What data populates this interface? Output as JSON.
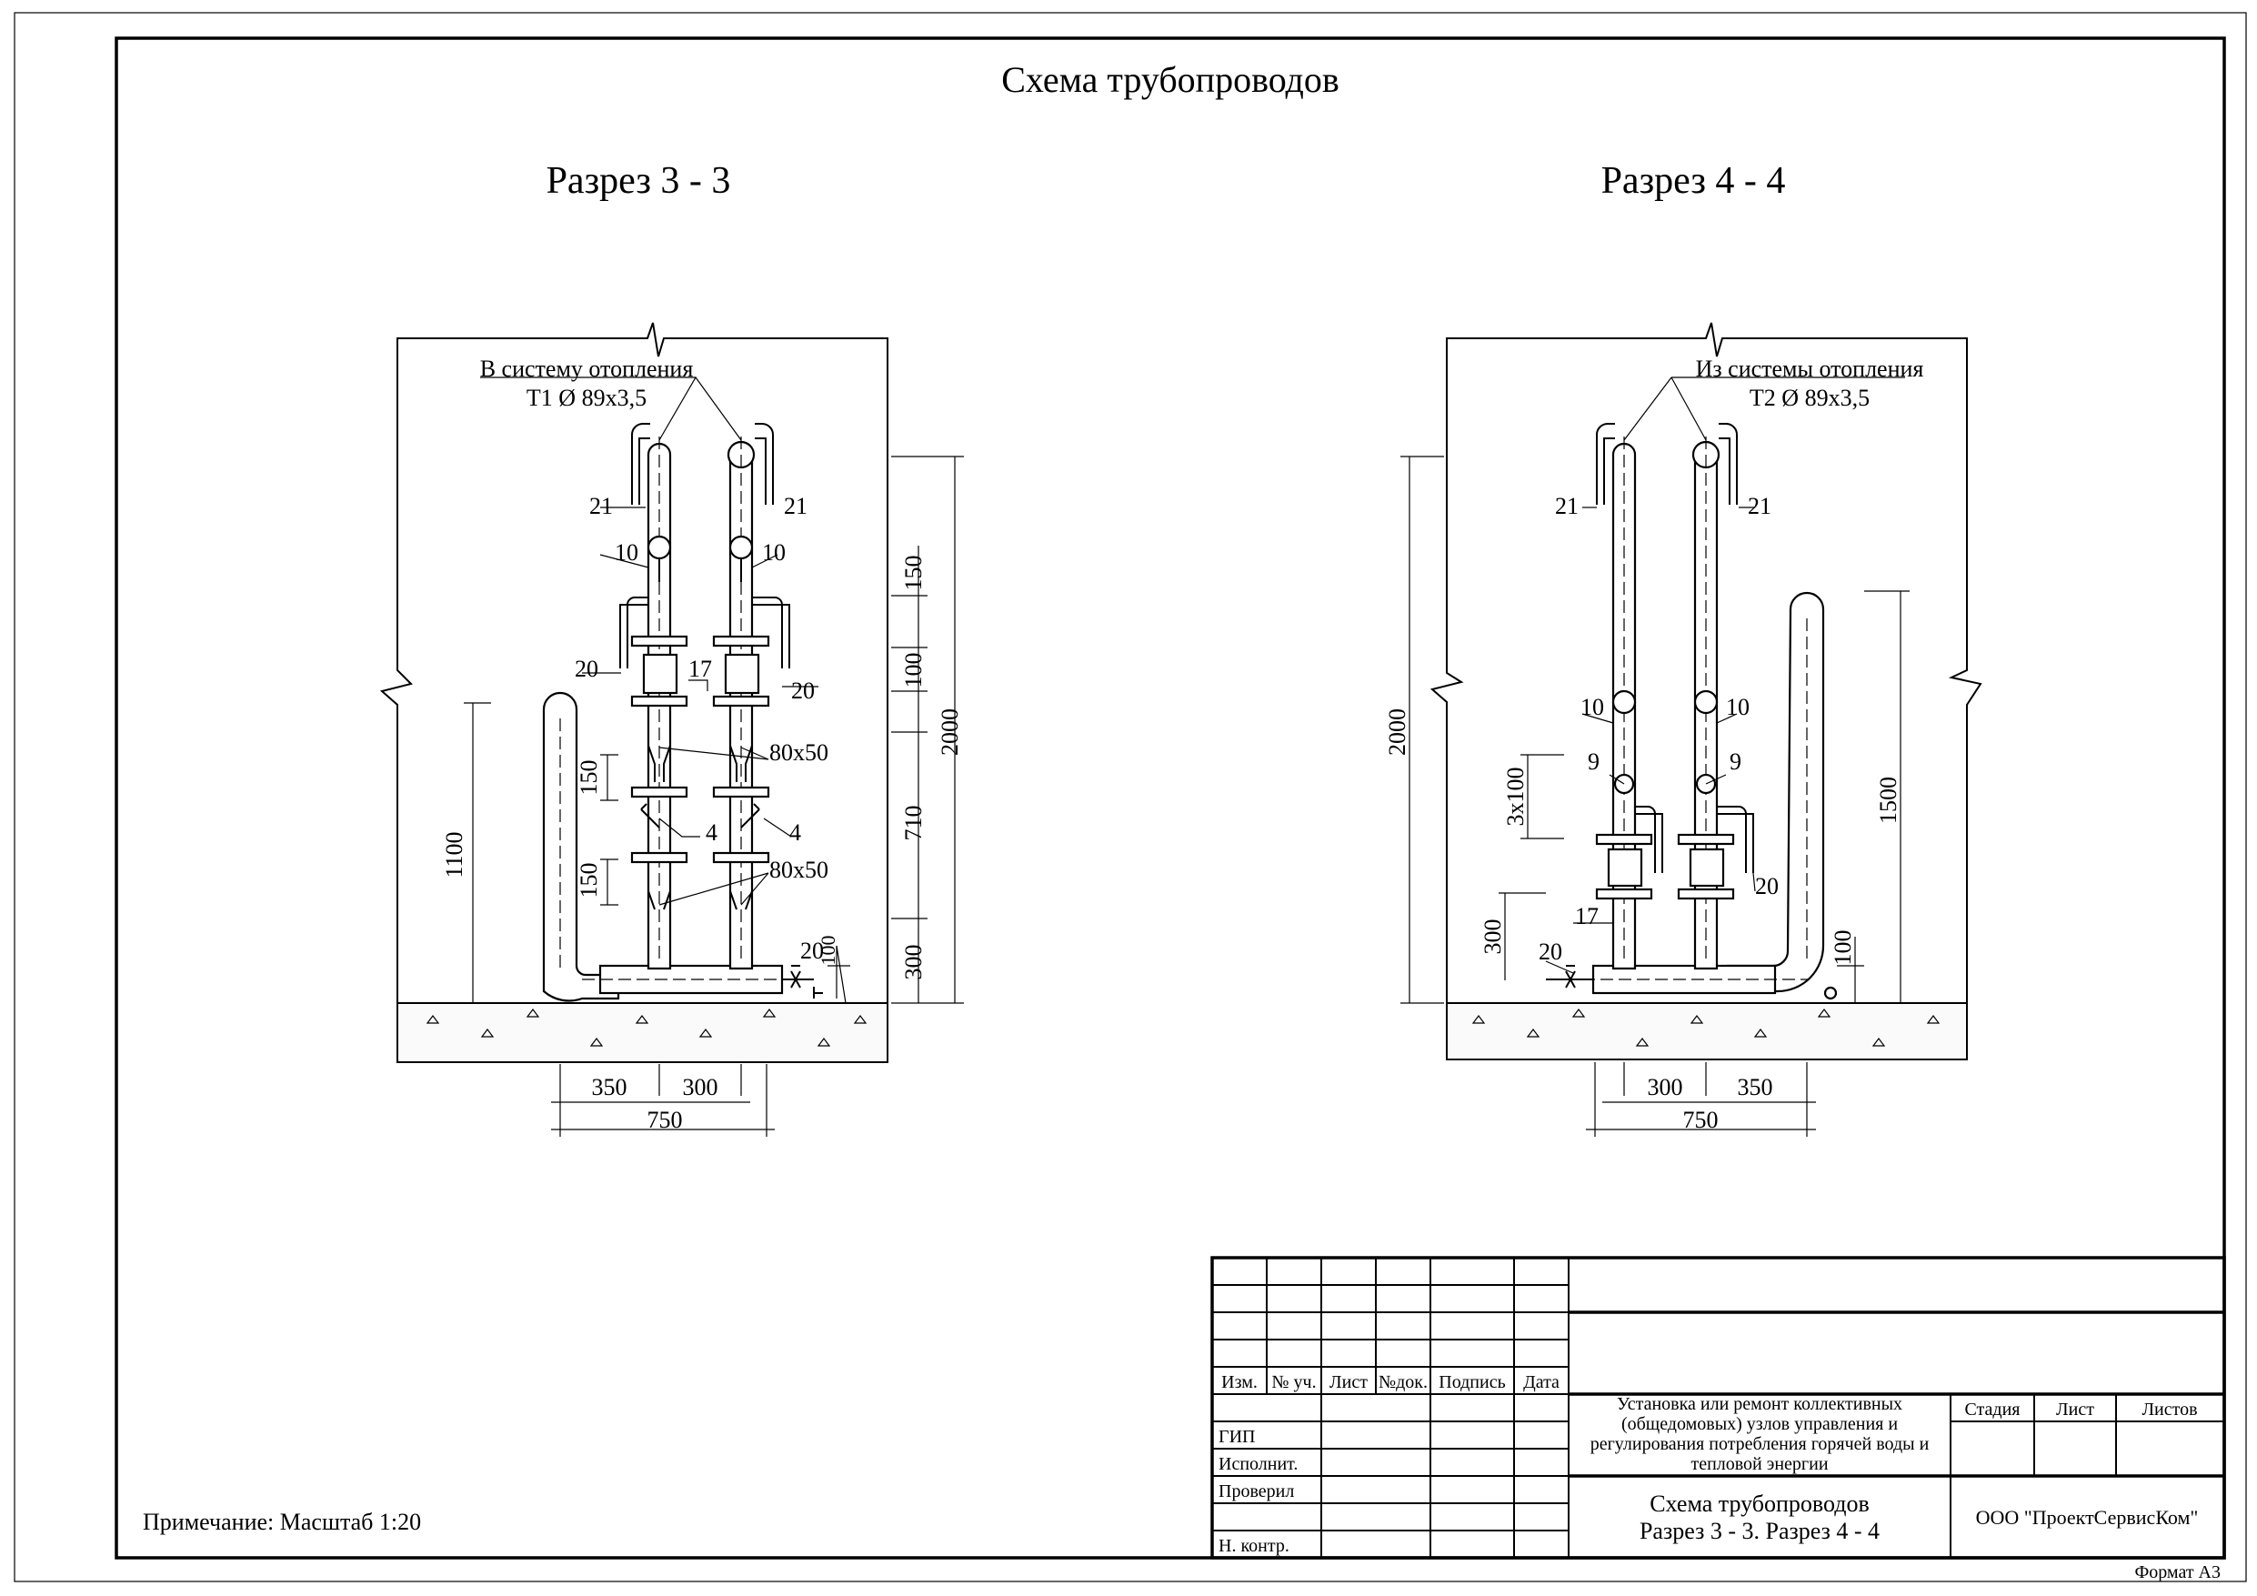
{
  "drawing": {
    "title": "Схема трубопроводов",
    "note": "Примечание: Масштаб 1:20",
    "format": "Формат А3"
  },
  "section_left": {
    "title": "Разрез 3 - 3",
    "line_label_1": "В систему отопления",
    "line_label_2": "Т1 Ø 89х3,5",
    "callouts": {
      "c21a": "21",
      "c21b": "21",
      "c10a": "10",
      "c10b": "10",
      "c20a": "20",
      "c20b": "20",
      "c17": "17",
      "c80a": "80х50",
      "c4a": "4",
      "c4b": "4",
      "c80b": "80х50",
      "c20c": "20"
    },
    "dims": {
      "d150a": "150",
      "d100a": "100",
      "d2000": "2000",
      "d710": "710",
      "d300": "300",
      "d100b": "100",
      "d1100": "1100",
      "d150b": "150",
      "d150c": "150",
      "d350": "350",
      "d300b": "300",
      "d750": "750"
    }
  },
  "section_right": {
    "title": "Разрез 4 - 4",
    "line_label_1": "Из системы отопления",
    "line_label_2": "Т2 Ø 89х3,5",
    "callouts": {
      "c21a": "21",
      "c21b": "21",
      "c10a": "10",
      "c10b": "10",
      "c9a": "9",
      "c9b": "9",
      "c17": "17",
      "c20a": "20",
      "c20b": "20"
    },
    "dims": {
      "d2000": "2000",
      "d3x100": "3х100",
      "d300": "300",
      "d1500": "1500",
      "d100": "100",
      "d300b": "300",
      "d350": "350",
      "d750": "750"
    }
  },
  "title_block": {
    "headers": [
      "Изм.",
      "№ уч.",
      "Лист",
      "№док.",
      "Подпись",
      "Дата"
    ],
    "roles": [
      "ГИП",
      "Исполнит.",
      "Проверил",
      "Н. контр."
    ],
    "project": [
      "Установка или ремонт коллективных",
      "(общедомовых) узлов управления и",
      "регулирования потребления горячей воды и",
      "тепловой энергии"
    ],
    "sheet_title_1": "Схема трубопроводов",
    "sheet_title_2": "Разрез 3 - 3. Разрез 4 - 4",
    "stage_label": "Стадия",
    "sheet_label": "Лист",
    "sheets_label": "Листов",
    "company": "ООО \"ПроектСервисКом\""
  }
}
